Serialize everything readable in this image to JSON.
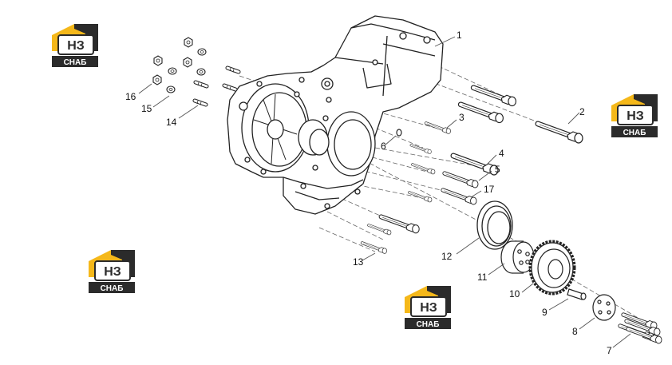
{
  "diagram": {
    "callouts": [
      "1",
      "2",
      "3",
      "4",
      "5",
      "6",
      "7",
      "8",
      "9",
      "10",
      "11",
      "12",
      "13",
      "14",
      "15",
      "16",
      "17"
    ]
  },
  "logo": {
    "mark": "НЗ",
    "word": "СНАБ",
    "colors": {
      "gold": "#f5b81a",
      "dark": "#2b2b2b",
      "white": "#ffffff"
    }
  },
  "colors": {
    "line": "#222222",
    "fill": "#ffffff",
    "leader": "#555555"
  }
}
